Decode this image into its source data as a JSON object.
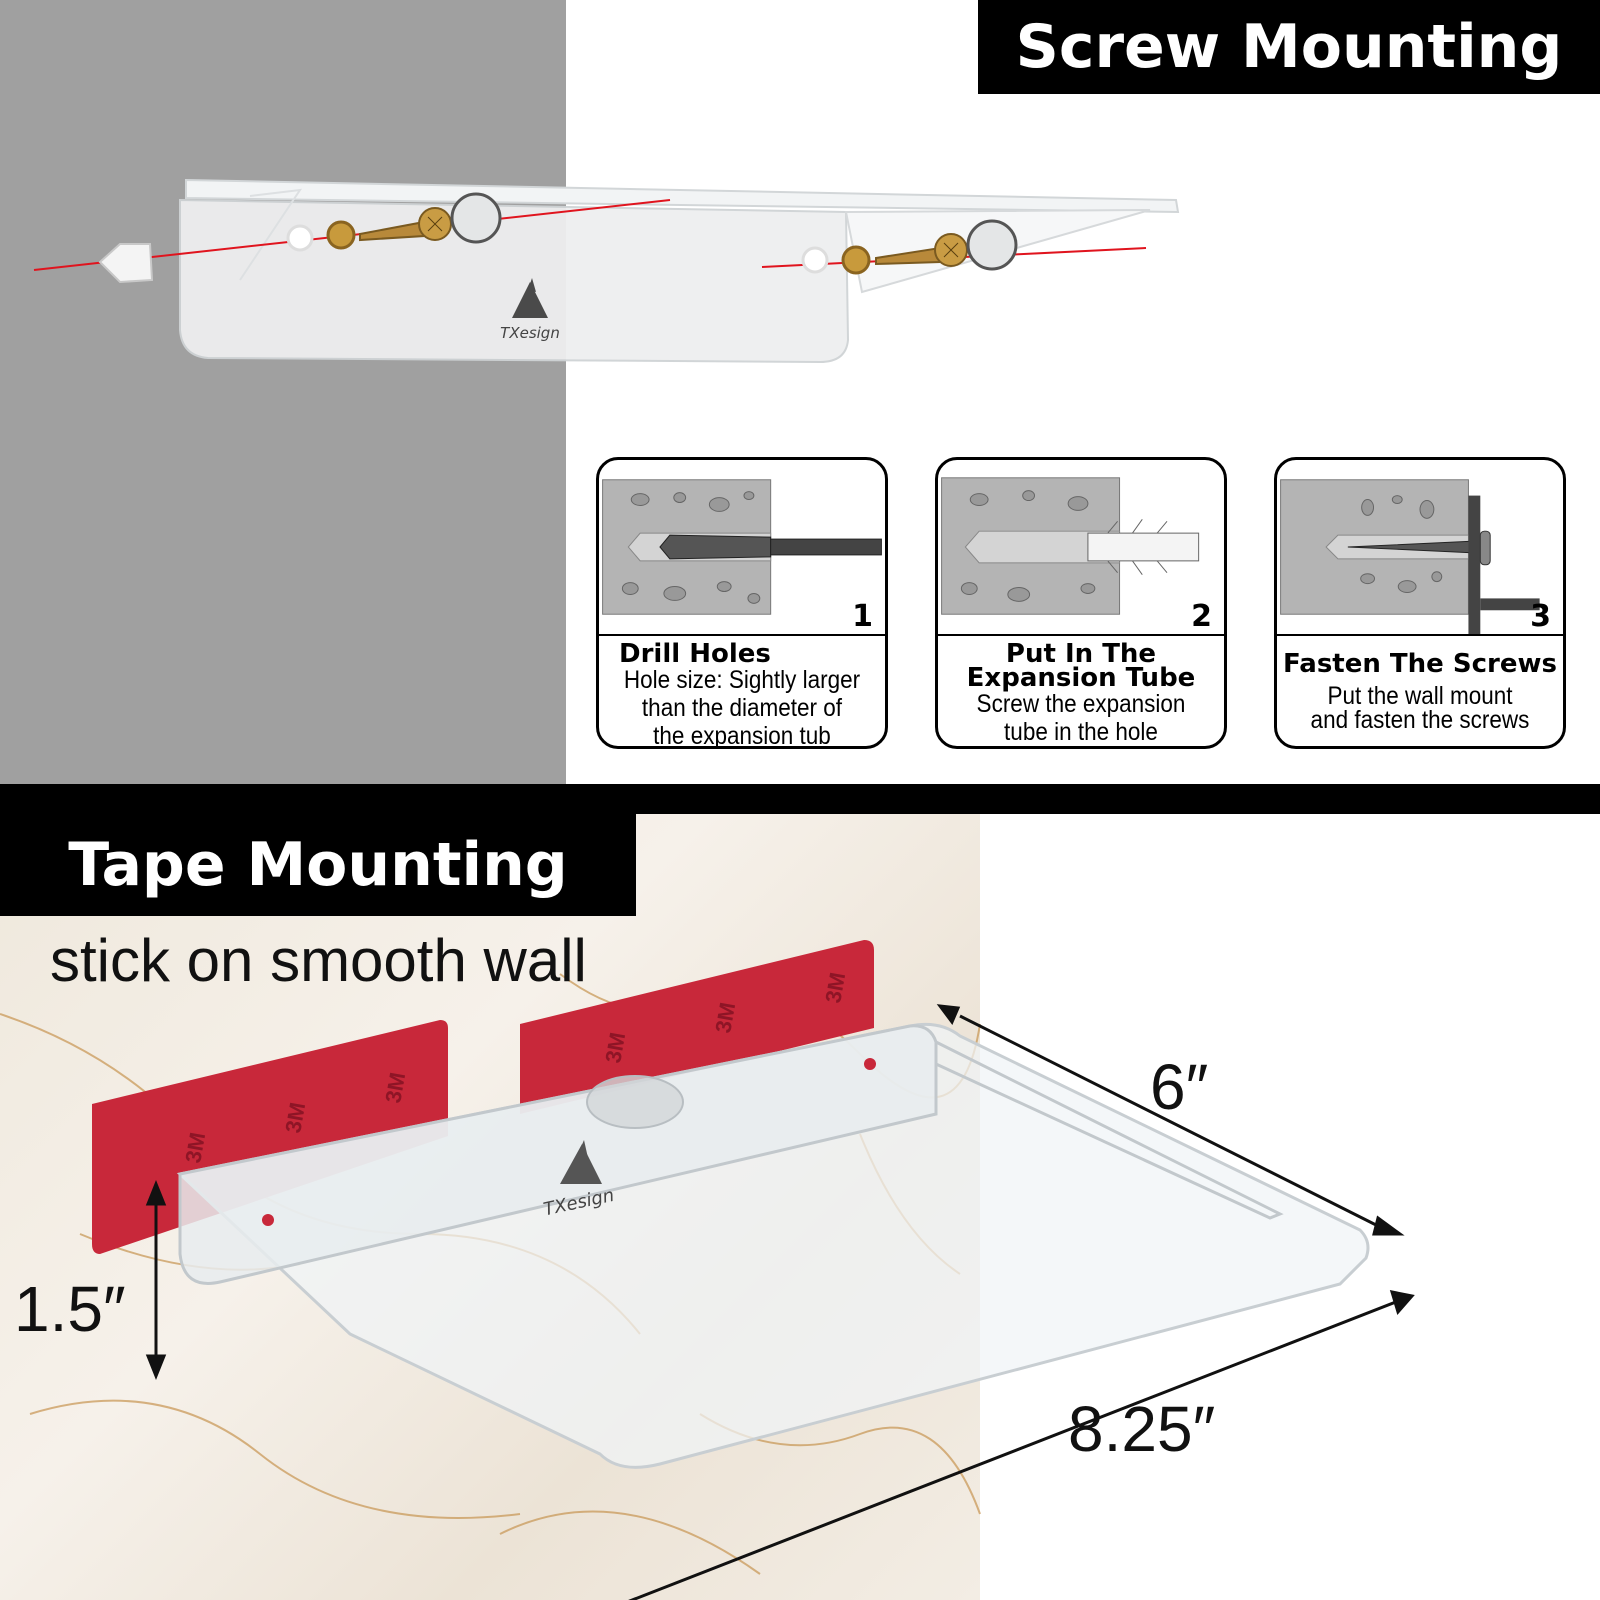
{
  "screw_section": {
    "title": "Screw Mounting",
    "brand": "TXesign",
    "steps": [
      {
        "number": "1",
        "title": "Drill Holes",
        "desc_lines": [
          "Hole size: Sightly larger",
          "than the diameter of",
          "the expansion tub"
        ]
      },
      {
        "number": "2",
        "title_lines": [
          "Put In The",
          "Expansion Tube"
        ],
        "desc_lines": [
          "Screw the expansion",
          "tube in the hole"
        ]
      },
      {
        "number": "3",
        "title": "Fasten The Screws",
        "desc_lines": [
          "Put the wall mount",
          "and fasten the screws"
        ]
      }
    ]
  },
  "tape_section": {
    "title": "Tape Mounting",
    "subtitle": "stick on smooth wall",
    "brand": "TXesign",
    "tape_label": "3M",
    "dimensions": {
      "height": "1.5″",
      "depth": "6″",
      "width": "8.25″"
    }
  },
  "colors": {
    "wall_gray": "#a0a0a0",
    "title_bar": "#000000",
    "tape_red": "#c8283a",
    "laser_red": "#e0141e",
    "brass": "#c89a3c"
  }
}
